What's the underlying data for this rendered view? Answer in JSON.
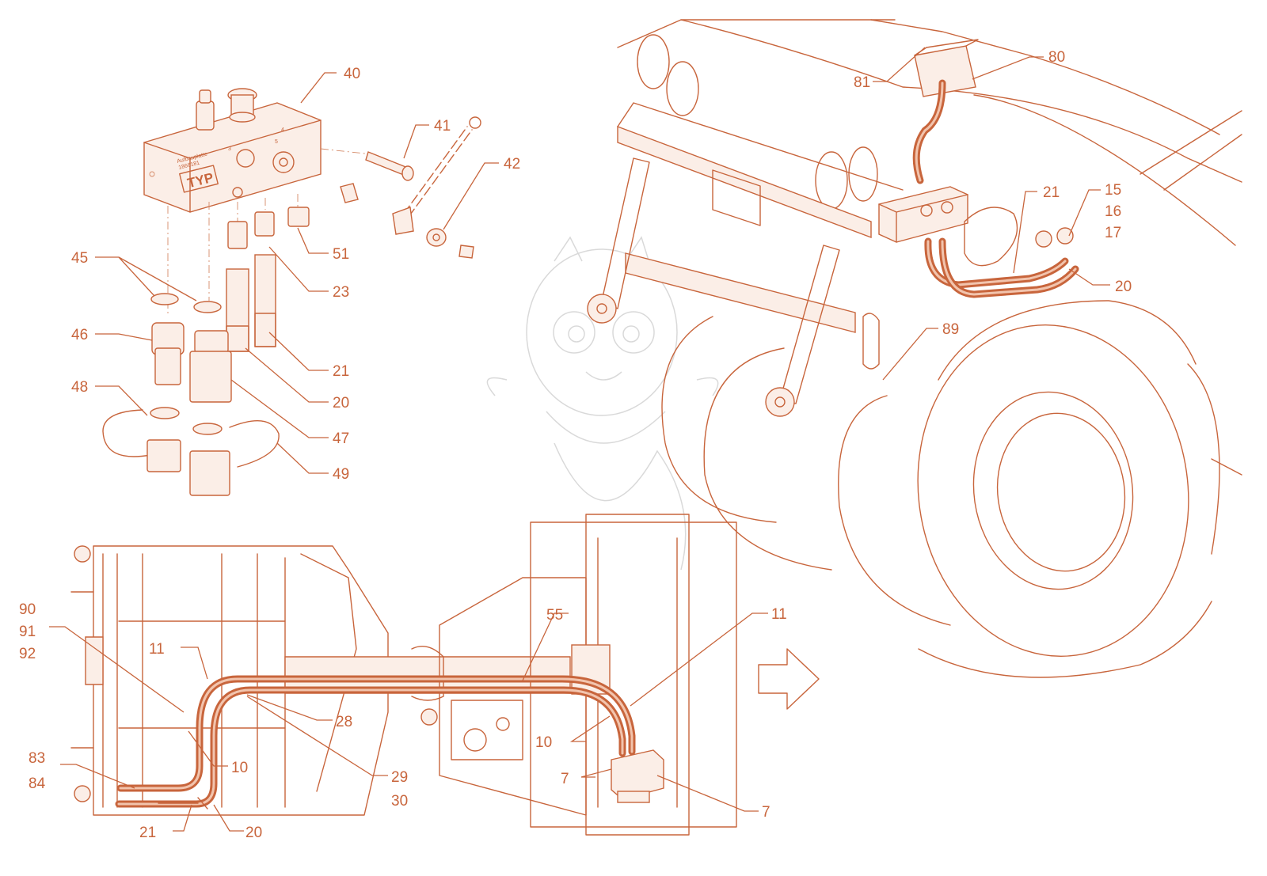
{
  "block_label": "TYP",
  "block_plate": [
    "Aufbauplatte",
    "1866181"
  ],
  "port_numbers": [
    "3",
    "5",
    "4"
  ],
  "colors": {
    "line": "#c8653c",
    "fill": "#fbeee7",
    "ghost": "#d9d9d9",
    "background": "#ffffff"
  },
  "callouts": {
    "c40": "40",
    "c41": "41",
    "c42": "42",
    "c45": "45",
    "c51": "51",
    "c23": "23",
    "c46": "46",
    "c21a": "21",
    "c20a": "20",
    "c48": "48",
    "c47": "47",
    "c49": "49",
    "c80": "80",
    "c81": "81",
    "c21b": "21",
    "c15": "15",
    "c16": "16",
    "c17": "17",
    "c20b": "20",
    "c89": "89",
    "c90": "90",
    "c91": "91",
    "c92": "92",
    "c11a": "11",
    "c28": "28",
    "c55": "55",
    "c11b": "11",
    "c10a": "10",
    "c10b": "10",
    "c83": "83",
    "c84": "84",
    "c29": "29",
    "c30": "30",
    "c7a": "7",
    "c7b": "7",
    "c21c": "21",
    "c20c": "20"
  },
  "icons": {
    "direction": "outline-arrow-right-icon",
    "watermark": "dragon-watermark-icon"
  }
}
